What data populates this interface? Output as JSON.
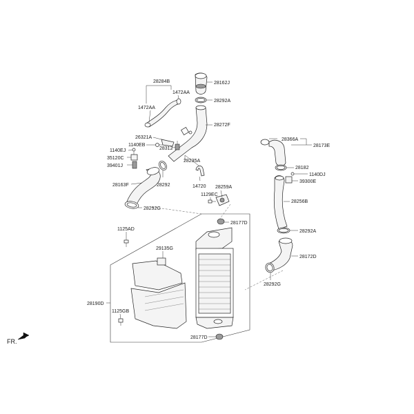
{
  "labels": {
    "p28284B": "28284B",
    "p1472AA_top": "1472AA",
    "p1472AA_left": "1472AA",
    "p28162J": "28162J",
    "p28292A_top": "28292A",
    "p28272F": "28272F",
    "p26321A": "26321A",
    "p1140EB": "1140EB",
    "p28312": "28312",
    "p1140EJ": "1140EJ",
    "p35120C": "35120C",
    "p39401J": "39401J",
    "p28235A": "28235A",
    "p14720": "14720",
    "p28163F": "28163F",
    "p28292": "28292",
    "p28259A": "28259A",
    "p1129EC": "1129EC",
    "p28292G_left": "28292G",
    "p28177D_top": "28177D",
    "p1125AD": "1125AD",
    "p29135G": "29135G",
    "p28190D": "28190D",
    "p1125GB": "1125GB",
    "p28177D_bottom": "28177D",
    "p28366A": "28366A",
    "p28173E": "28173E",
    "p28182": "28182",
    "p1140DJ": "1140DJ",
    "p39300E": "39300E",
    "p28256B": "28256B",
    "p28292A_right": "28292A",
    "p28172D": "28172D",
    "p28292G_right": "28292G",
    "fr": "FR."
  }
}
